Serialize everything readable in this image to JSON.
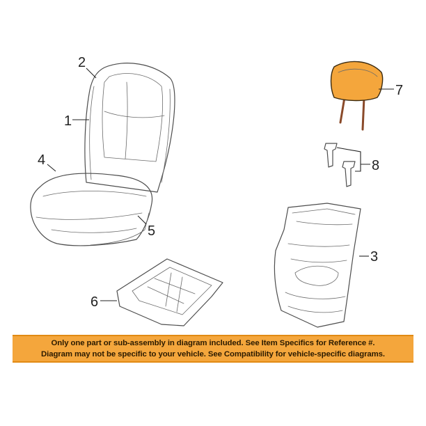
{
  "callouts": [
    {
      "id": "part-1",
      "label": "1"
    },
    {
      "id": "part-2",
      "label": "2"
    },
    {
      "id": "part-3",
      "label": "3"
    },
    {
      "id": "part-4",
      "label": "4"
    },
    {
      "id": "part-5",
      "label": "5"
    },
    {
      "id": "part-6",
      "label": "6"
    },
    {
      "id": "part-7",
      "label": "7"
    },
    {
      "id": "part-8",
      "label": "8"
    }
  ],
  "highlighted_part": "7",
  "colors": {
    "highlight": "#f4a63c",
    "banner_background": "#f4a63c",
    "line_art": "#4d4d4d",
    "headrest_post": "#8a4a2a"
  },
  "notice": {
    "line1": "Only one part or sub-assembly in diagram included. See Item Specifics for Reference #.",
    "line2": "Diagram may not be specific to your vehicle. See Compatibility for vehicle-specific diagrams."
  }
}
